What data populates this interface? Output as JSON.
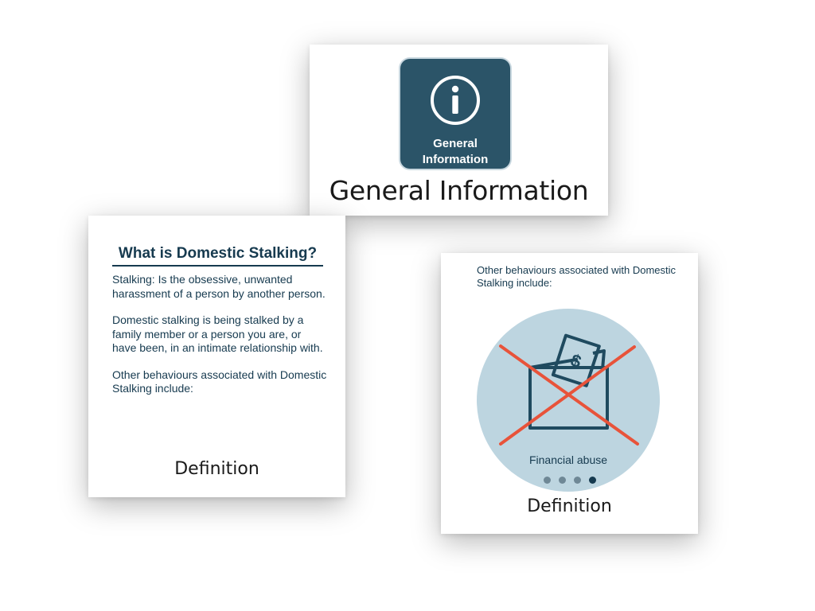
{
  "general_info_card": {
    "tile_icon": "info-circle-icon",
    "tile_label_line1": "General",
    "tile_label_line2": "Information",
    "caption": "General Information"
  },
  "definition_card_left": {
    "heading": "What is Domestic Stalking?",
    "paragraphs": [
      "Stalking: Is the obsessive, unwanted harassment of a person by another person.",
      "Domestic stalking is being stalked by a family member or a person you are, or have been, in an intimate relationship with.",
      "Other behaviours associated with Domestic Stalking include:"
    ],
    "caption": "Definition"
  },
  "definition_card_right": {
    "intro": "Other behaviours associated with Domestic Stalking include:",
    "illustration_icon": "wallet-with-money-crossed-out-icon",
    "illustration_label": "Financial abuse",
    "carousel": {
      "total": 4,
      "active_index": 3
    },
    "caption": "Definition"
  },
  "colors": {
    "tile_background": "#2b5468",
    "text_dark_teal": "#163a4f",
    "circle_background": "#bdd5e0",
    "cross_red": "#e8533a",
    "dot_inactive": "#6f8896",
    "dot_active": "#163a4f"
  }
}
